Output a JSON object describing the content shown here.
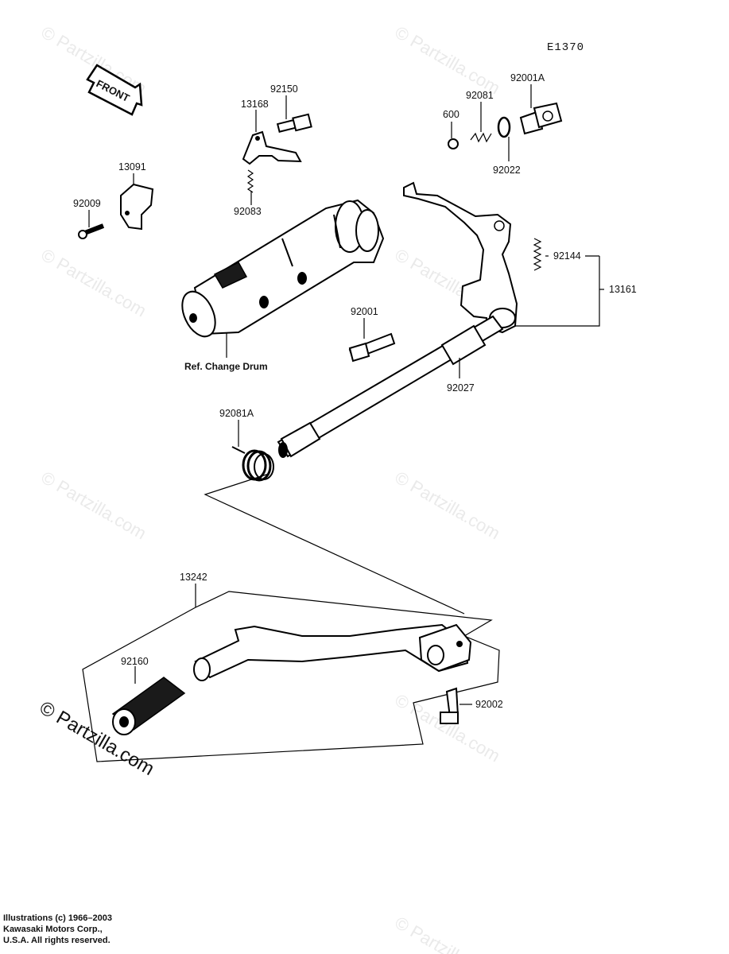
{
  "diagram": {
    "code": "E1370",
    "front_label": "FRONT",
    "ref_label": "Ref. Change Drum",
    "parts": {
      "p92150": "92150",
      "p13168": "13168",
      "p92083": "92083",
      "p13091": "13091",
      "p92009": "92009",
      "p92001A": "92001A",
      "p92081": "92081",
      "p600": "600",
      "p92022": "92022",
      "p92144": "92144",
      "p13161": "13161",
      "p92001": "92001",
      "p92027": "92027",
      "p92081A": "92081A",
      "p13242": "13242",
      "p92160": "92160",
      "p92002": "92002"
    }
  },
  "watermark": {
    "text": "Partzilla.com",
    "symbol": "©"
  },
  "footer": {
    "line1": "Illustrations (c) 1966–2003",
    "line2": "Kawasaki Motors Corp.,",
    "line3": "U.S.A.  All rights reserved."
  }
}
